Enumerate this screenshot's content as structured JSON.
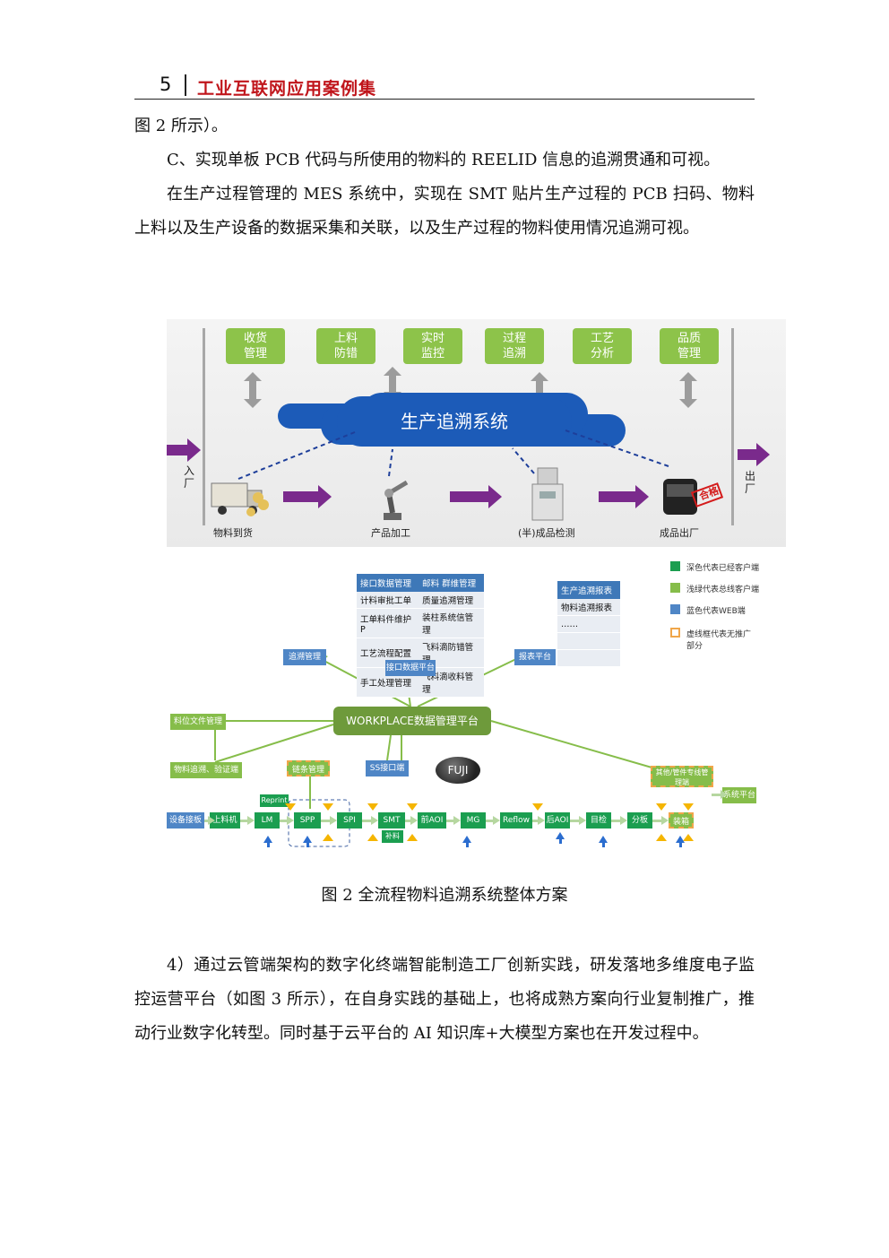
{
  "header": {
    "page_number": "5",
    "title": "工业互联网应用案例集"
  },
  "paragraphs": [
    "图 2 所示）。",
    "C、实现单板 PCB 代码与所使用的物料的 REELID 信息的追溯贯通和可视。",
    "在生产过程管理的 MES 系统中，实现在 SMT 贴片生产过程的 PCB 扫码、物料上料以及生产设备的数据采集和关联，以及生产过程的物料使用情况追溯可视。",
    "4）通过云管端架构的数字化终端智能制造工厂创新实践，研发落地多维度电子监控运营平台（如图 3 所示），在自身实践的基础上，也将成熟方案向行业复制推广，推动行业数字化转型。同时基于云平台的 AI 知识库+大模型方案也在开发过程中。"
  ],
  "figure_caption": "图 2  全流程物料追溯系统整体方案",
  "figure_top": {
    "modules": [
      {
        "line1": "收货",
        "line2": "管理"
      },
      {
        "line1": "上料",
        "line2": "防错"
      },
      {
        "line1": "实时",
        "line2": "监控"
      },
      {
        "line1": "过程",
        "line2": "追溯"
      },
      {
        "line1": "工艺",
        "line2": "分析"
      },
      {
        "line1": "品质",
        "line2": "管理"
      }
    ],
    "cloud_label": "生产追溯系统",
    "entry_label": "入厂",
    "exit_label": "出厂",
    "stages": [
      "物料到货",
      "产品加工",
      "(半)成品检测",
      "成品出厂"
    ],
    "pass_stamp": "合格"
  },
  "figure_bottom": {
    "table1": {
      "headers": [
        "接口数据管理",
        "邮料 群维管理"
      ],
      "rows": [
        [
          "计料审批工单",
          "质量追溯管理"
        ],
        [
          "工单料件维护P",
          "装柱系统信管理"
        ],
        [
          "工艺流程配置",
          "飞料滴防错管理"
        ],
        [
          "手工处理管理",
          "飞料滴收料管理"
        ]
      ]
    },
    "table2": {
      "header": "生产追溯报表",
      "rows": [
        "物料追溯报表",
        "……"
      ]
    },
    "legend": [
      {
        "color": "#1b9e50",
        "label": "深色代表已经客户端"
      },
      {
        "color": "#86bd4a",
        "label": "浅绿代表总线客户端"
      },
      {
        "color": "#4f86c6",
        "label": "蓝色代表WEB端"
      },
      {
        "color": "#f0a64a",
        "label": "虚线框代表无推广部分"
      }
    ],
    "platform": "WORKPLACE数据管理平台",
    "fuji": "FUJI",
    "side_nodes": [
      "追溯管理",
      "接口数据平台",
      "报表平台",
      "料位文件管理",
      "物料追溯、验证端",
      "链条管理",
      "SS接口端",
      "其他/管件专线管理端",
      "系统平台"
    ],
    "line_nodes": [
      "设备接板",
      "上料机",
      "LM",
      "SPP",
      "SPI",
      "SMT",
      "前AOI",
      "MG",
      "Reflow",
      "后AOI",
      "目检",
      "分板",
      "装箱"
    ],
    "extra_nodes": [
      "Reprint",
      "补料"
    ]
  }
}
